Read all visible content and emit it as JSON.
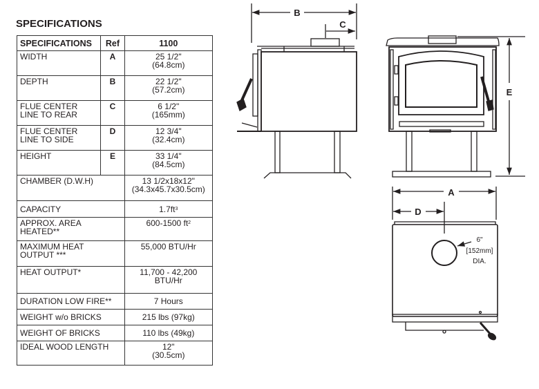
{
  "page_title": "SPECIFICATIONS",
  "table": {
    "headers": [
      "SPECIFICATIONS",
      "Ref",
      "1100"
    ],
    "rows": [
      {
        "label": "WIDTH",
        "ref": "A",
        "value": "25 1/2\"",
        "value2": "(64.8cm)"
      },
      {
        "label": "DEPTH",
        "ref": "B",
        "value": "22 1/2\"",
        "value2": "(57.2cm)"
      },
      {
        "label": "FLUE CENTER",
        "label2": "LINE TO REAR",
        "ref": "C",
        "value": "6 1/2\"",
        "value2": "(165mm)"
      },
      {
        "label": "FLUE CENTER",
        "label2": "LINE TO SIDE",
        "ref": "D",
        "value": "12 3/4\"",
        "value2": "(32.4cm)"
      },
      {
        "label": "HEIGHT",
        "ref": "E",
        "value": "33 1/4\"",
        "value2": "(84.5cm)"
      },
      {
        "label": "CHAMBER (D.W.H)",
        "value": "13 1/2x18x12\"",
        "value2": "(34.3x45.7x30.5cm)"
      },
      {
        "label": "CAPACITY",
        "value": "1.7ft",
        "sup": "3"
      },
      {
        "label": "APPROX. AREA",
        "label2": "HEATED**",
        "value": "600-1500 ft",
        "sup": "2"
      },
      {
        "label": "MAXIMUM HEAT",
        "label2": "OUTPUT ***",
        "value": "55,000 BTU/Hr"
      },
      {
        "label": "HEAT OUTPUT*",
        "value": "11,700 - 42,200",
        "value2": "BTU/Hr"
      },
      {
        "label": "DURATION LOW FIRE**",
        "value": "7 Hours"
      },
      {
        "label": "WEIGHT w/o BRICKS",
        "value": "215 lbs (97kg)"
      },
      {
        "label": "WEIGHT OF BRICKS",
        "value": "110 lbs (49kg)"
      },
      {
        "label": "IDEAL WOOD LENGTH",
        "value": "12\"",
        "value2": "(30.5cm)"
      }
    ]
  },
  "diagram": {
    "dim_labels": {
      "A": "A",
      "B": "B",
      "C": "C",
      "D": "D",
      "E": "E"
    },
    "flue_note": [
      "6\"",
      "[152mm]",
      "DIA."
    ]
  }
}
